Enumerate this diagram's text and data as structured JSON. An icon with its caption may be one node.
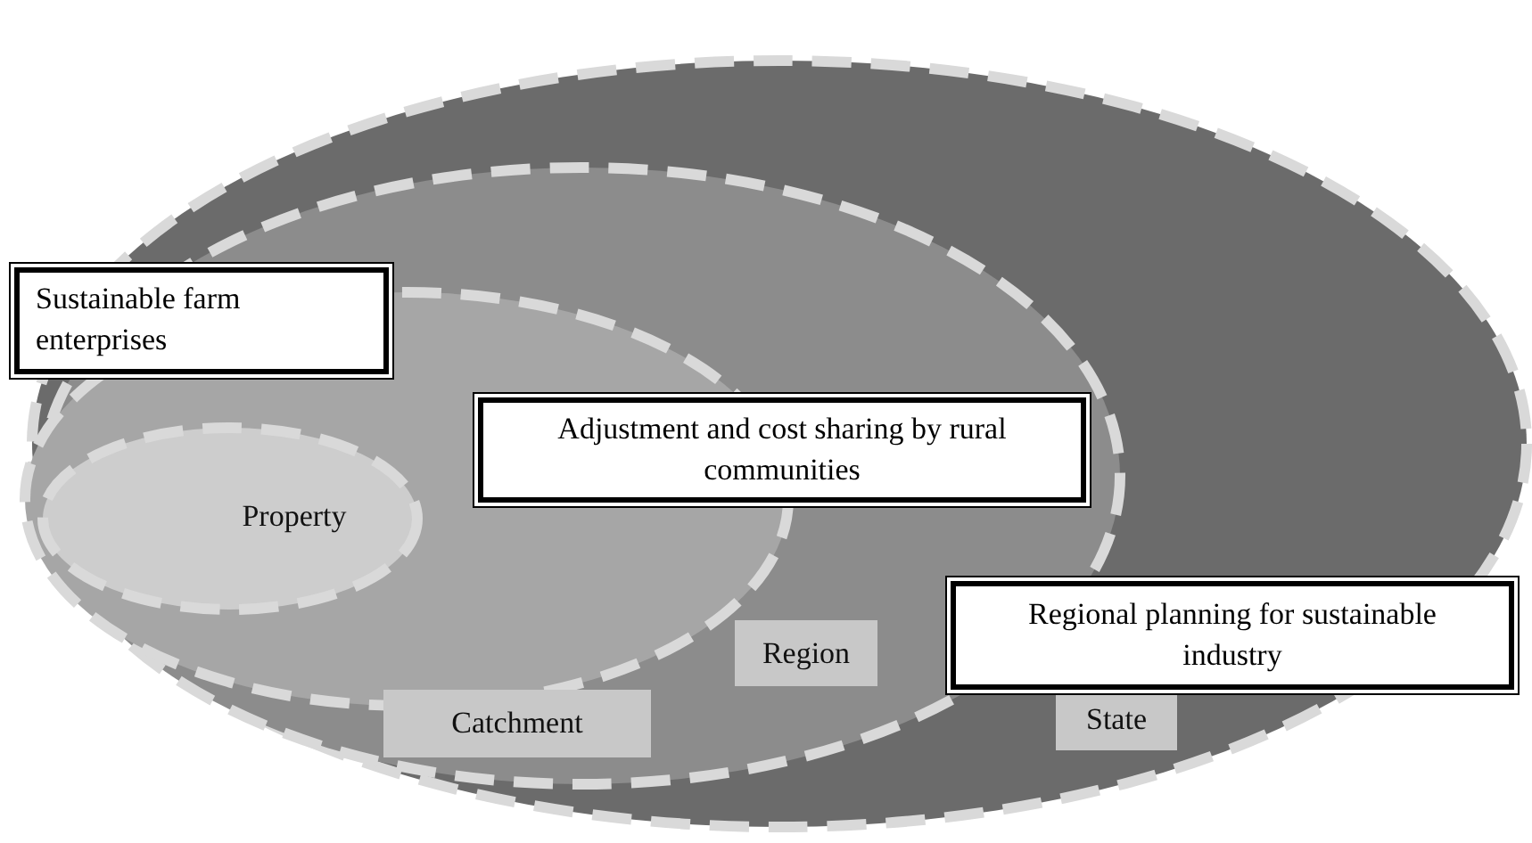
{
  "diagram": {
    "nodes": [
      {
        "text": [
          "State"
        ]
      },
      {
        "text": [
          "Region"
        ],
        "in": 0
      },
      {
        "text": [
          "Catchment"
        ],
        "in": 1
      },
      {
        "text": [
          "Property"
        ],
        "in": 2
      },
      {
        "text": [
          "Sustainable farm enterprises"
        ]
      },
      {
        "text": [
          "Adjustment and cost sharing by rural communities"
        ],
        "in": 1
      },
      {
        "text": [
          "Regional planning for sustainable industry"
        ],
        "in": 0
      }
    ]
  }
}
